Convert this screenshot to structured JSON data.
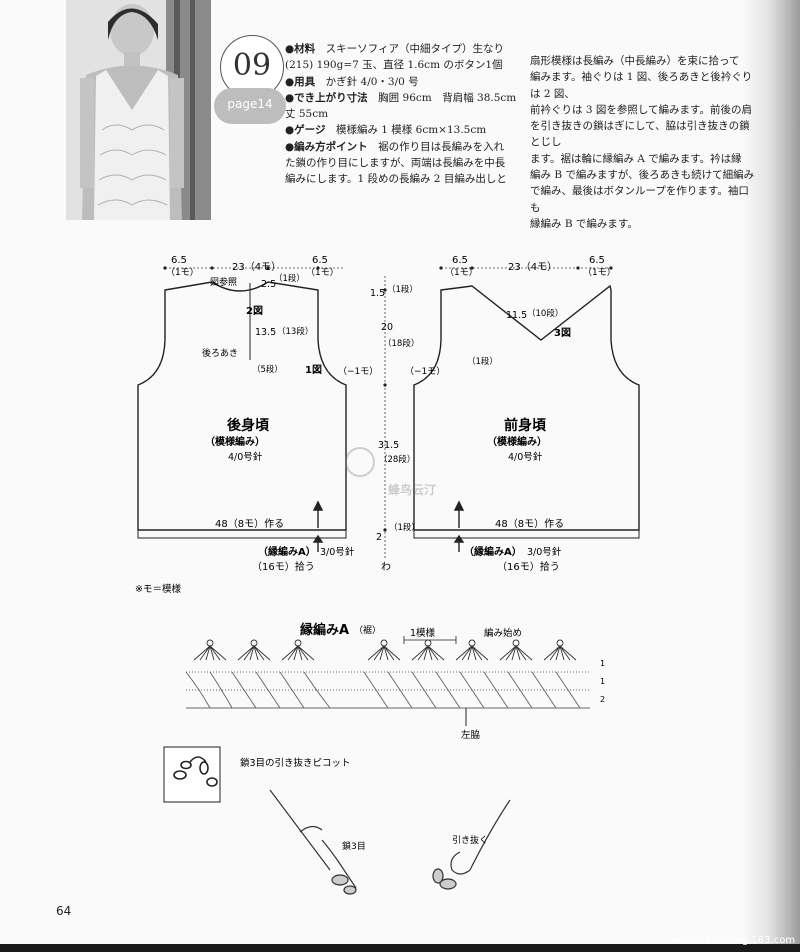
{
  "header": {
    "number": "09",
    "page_ref": "page14"
  },
  "text_col1": [
    {
      "label": "●材料",
      "text": "　スキーソフィア（中細タイプ）生なり"
    },
    {
      "label": "",
      "text": "(215) 190g=7 玉、直径 1.6cm のボタン1個"
    },
    {
      "label": "●用具",
      "text": "　かぎ針 4/0・3/0 号"
    },
    {
      "label": "●でき上がり寸法",
      "text": "　胸囲 96cm　背肩幅 38.5cm"
    },
    {
      "label": "",
      "text": "丈 55cm"
    },
    {
      "label": "●ゲージ",
      "text": "　模様編み 1 模様 6cm×13.5cm"
    },
    {
      "label": "●編み方ポイント",
      "text": "　裾の作り目は長編みを入れ"
    },
    {
      "label": "",
      "text": "た鎖の作り目にしますが、両端は長編みを中長"
    },
    {
      "label": "",
      "text": "編みにします。1 段めの長編み 2 目編み出しと"
    }
  ],
  "text_col2": [
    "扇形模様は長編み（中長編み）を束に拾って",
    "編みます。袖ぐりは 1 図、後ろあきと後衿ぐりは 2 図、",
    "前衿ぐりは 3 図を参照して編みます。前後の肩",
    "を引き抜きの鎖はぎにして、脇は引き抜きの鎖とじし",
    "ます。裾は輪に縁編み A で編みます。衿は縁",
    "編み B で編みますが、後ろあきも続けて細編み",
    "で編み、最後はボタンループを作ります。袖口も",
    "縁編み B で編みます。"
  ],
  "back": {
    "title": "後身頃",
    "stitch": "（模様編み）",
    "needle": "4/0号針",
    "top_left": "6.5",
    "top_left_unit": "（1モ）",
    "top_mid": "23（4モ）",
    "top_right": "6.5",
    "top_right_unit": "（1モ）",
    "ref_fig": "図参照",
    "m25": "2.5",
    "m1dan": "（1段）",
    "fig2": "2図",
    "m135": "13.5",
    "m13dan": "（13段）",
    "opening": "後ろあき",
    "m5dan": "（5段）",
    "fig1": "1図",
    "minus1": "（−1モ）",
    "cast": "48（8モ）作る",
    "border": "（縁編みA）",
    "border_needle": "3/0号針",
    "pick": "（16モ）拾う"
  },
  "front": {
    "title": "前身頃",
    "stitch": "（模様編み）",
    "needle": "4/0号針",
    "top_left": "6.5",
    "top_left_unit": "（1モ）",
    "top_mid": "23（4モ）",
    "top_right": "6.5",
    "top_right_unit": "（1モ）",
    "m115": "11.5",
    "m10dan": "（10段）",
    "fig3": "3図",
    "m1dan": "（1段）",
    "minus1": "（−1モ）",
    "cast": "48（8モ）作る",
    "border": "（縁編みA）",
    "border_needle": "3/0号針",
    "pick": "（16モ）拾う"
  },
  "middle": {
    "m15": "1.5",
    "m1dan_a": "（1段）",
    "m20": "20",
    "m18dan": "（18段）",
    "m315": "31.5",
    "m28dan": "（28段）",
    "m2": "2",
    "m1dan_b": "（1段）",
    "wa": "わ"
  },
  "watermark": "蜂鸟云汀",
  "note": "※モ＝模様",
  "edging": {
    "title": "縁編みA",
    "subtitle": "（裾）",
    "repeat": "1模様",
    "start": "編み始め",
    "side": "左脇",
    "rows": [
      "1",
      "1",
      "2"
    ]
  },
  "picot": {
    "title": "鎖3目の引き抜きピコット",
    "chain3": "鎖3目",
    "pull": "引き抜く"
  },
  "page_number": "64",
  "footer": "amber290.blog.163.com"
}
